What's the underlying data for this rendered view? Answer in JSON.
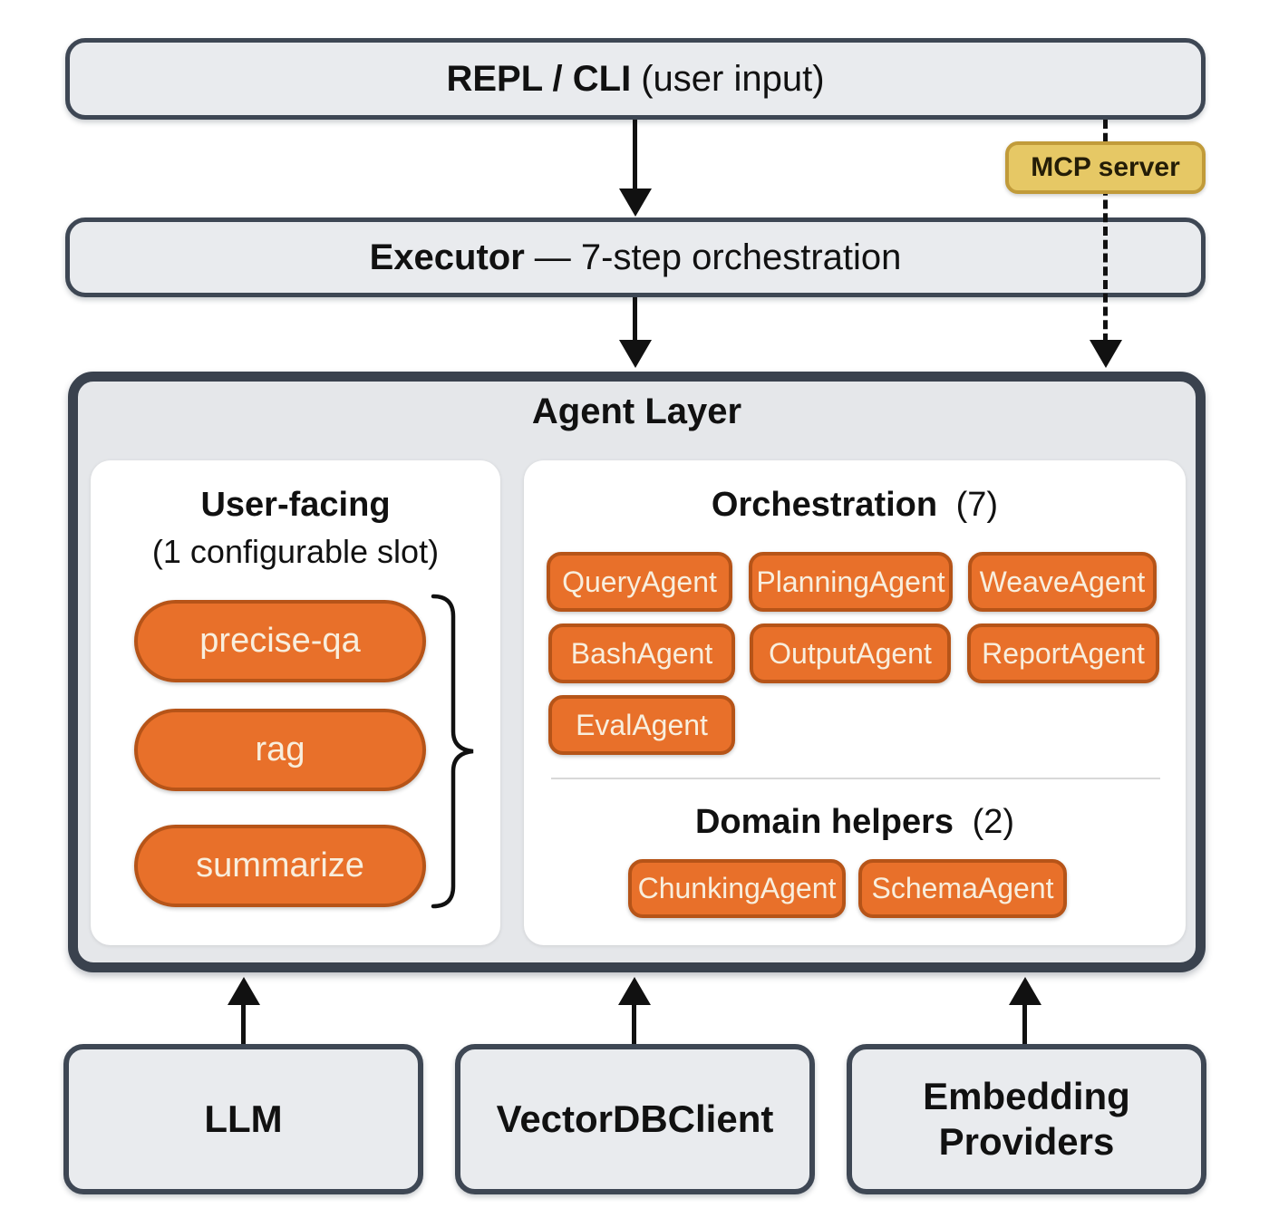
{
  "diagram": {
    "repl": {
      "title": "REPL / CLI",
      "subtitle": "(user input)"
    },
    "mcp_badge": "MCP server",
    "executor": {
      "title": "Executor",
      "subtitle": "— 7-step orchestration"
    },
    "agent_layer": {
      "title": "Agent Layer",
      "user_facing": {
        "title": "User-facing",
        "subtitle": "(1 configurable slot)",
        "slots": [
          "precise-qa",
          "rag",
          "summarize"
        ]
      },
      "orchestration": {
        "title": "Orchestration",
        "count": "(7)",
        "agents": [
          "QueryAgent",
          "PlanningAgent",
          "WeaveAgent",
          "BashAgent",
          "OutputAgent",
          "ReportAgent",
          "EvalAgent"
        ]
      },
      "domain_helpers": {
        "title": "Domain helpers",
        "count": "(2)",
        "agents": [
          "ChunkingAgent",
          "SchemaAgent"
        ]
      }
    },
    "backends": [
      "LLM",
      "VectorDBClient",
      "Embedding Providers"
    ]
  },
  "colors": {
    "box_fill": "#e9ebee",
    "box_border": "#3e4754",
    "agent_layer_fill": "#e5e7ea",
    "orange_fill": "#e8702a",
    "orange_border": "#b65418",
    "chip_text": "#f8eedd",
    "mcp_fill": "#e6c865",
    "mcp_border": "#c19b3a",
    "arrow": "#111111"
  }
}
